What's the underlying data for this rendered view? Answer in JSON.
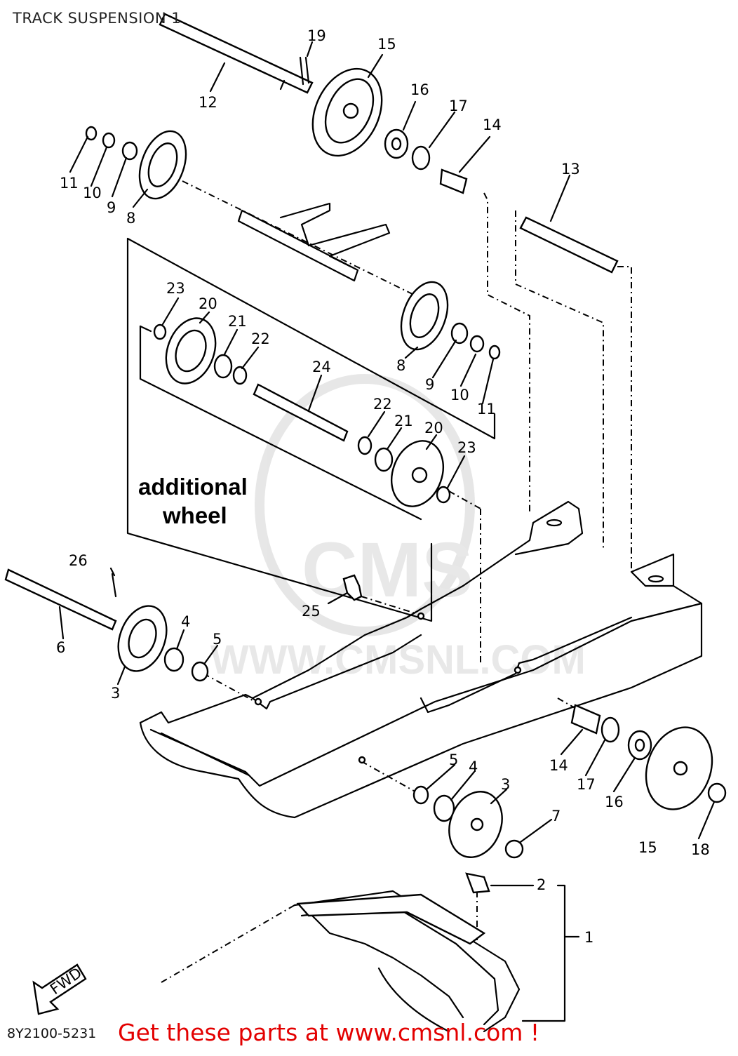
{
  "title": "TRACK SUSPENSION 1",
  "diagram_code": "8Y2100-5231",
  "promo": "Get these parts at www.cmsnl.com !",
  "note": {
    "line1": "additional",
    "line2": "wheel"
  },
  "fwd_label": "FWD",
  "watermark": {
    "url": "WWW.CMSNL.COM",
    "brand": "CMS"
  },
  "callouts": [
    "19",
    "15",
    "12",
    "16",
    "17",
    "14",
    "13",
    "11",
    "10",
    "9",
    "8",
    "23",
    "20",
    "21",
    "22",
    "24",
    "8",
    "9",
    "10",
    "11",
    "22",
    "21",
    "20",
    "23",
    "26",
    "25",
    "6",
    "4",
    "5",
    "3",
    "5",
    "4",
    "3",
    "7",
    "14",
    "17",
    "16",
    "15",
    "18",
    "2",
    "1"
  ]
}
